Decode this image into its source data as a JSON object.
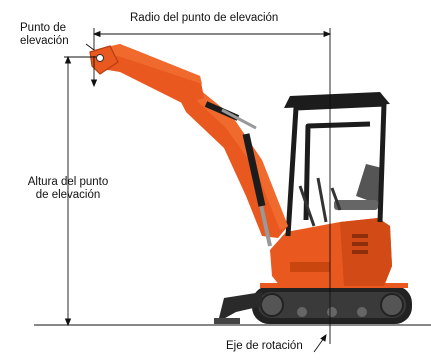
{
  "labels": {
    "lift_point": [
      "Punto de",
      "elevación"
    ],
    "lift_radius": "Radio del punto de elevación",
    "lift_height": [
      "Altura del punto",
      "de elevación"
    ],
    "rotation_axis": "Eje de rotación"
  },
  "colors": {
    "body_orange": "#e8581f",
    "dark_orange": "#b83e10",
    "black": "#1c1c1c",
    "track_dark": "#2a2a2a",
    "grey": "#8c8c8c",
    "line": "#111111"
  }
}
